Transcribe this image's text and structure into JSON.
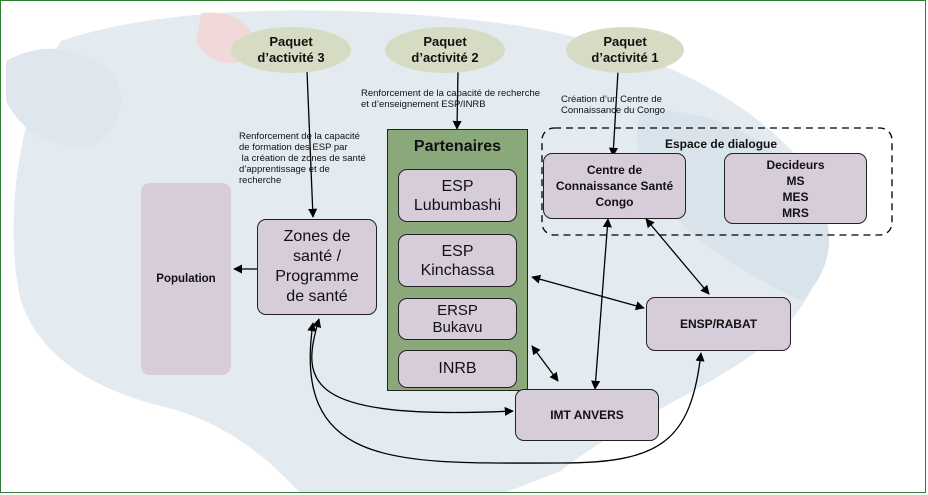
{
  "paquets": [
    {
      "line1": "Paquet",
      "line2": "d’activité 3"
    },
    {
      "line1": "Paquet",
      "line2": "d’activité 2"
    },
    {
      "line1": "Paquet",
      "line2": "d’activité 1"
    }
  ],
  "annotations": {
    "p3": [
      "Renforcement de la capacité",
      "de formation des ESP par",
      " la création de zones de santé",
      "d’apprentissage et de",
      "recherche"
    ],
    "p2": [
      "Renforcement de la capacité de recherche",
      "et d’enseignement ESP/INRB"
    ],
    "p1": [
      "Création d’un Centre de",
      "Connaissance du Congo"
    ]
  },
  "population": "Population",
  "zones": [
    "Zones de",
    "santé /",
    "Programme",
    "de santé"
  ],
  "partenaires": {
    "title": "Partenaires",
    "items": [
      {
        "line1": "ESP",
        "line2": "Lubumbashi"
      },
      {
        "line1": "ESP",
        "line2": "Kinchassa"
      },
      {
        "line1": "ERSP",
        "line2": "Bukavu"
      },
      {
        "line1": "INRB",
        "line2": ""
      }
    ]
  },
  "espace": {
    "title": "Espace de dialogue",
    "centre": [
      "Centre de",
      "Connaissance Santé",
      "Congo"
    ],
    "decideurs": [
      "Decideurs",
      "MS",
      "MES",
      "MRS"
    ]
  },
  "ensp": "ENSP/RABAT",
  "imt": "IMT ANVERS",
  "colors": {
    "ellipse": "#d6dcc3",
    "box": "#d7ccd9",
    "partenaires_bg": "#8aa879",
    "frame": "#2e7d32",
    "map": "#e3ebf1"
  }
}
